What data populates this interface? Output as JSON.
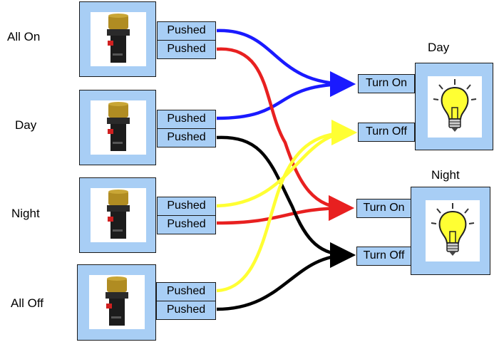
{
  "colors": {
    "panel_fill": "#a8cef5",
    "wire_blue": "#1a1aff",
    "wire_red": "#e82020",
    "wire_black": "#000000",
    "wire_yellow": "#ffff33",
    "bulb": "#ffff33"
  },
  "buttons": [
    {
      "label": "All On",
      "port_top": "Pushed",
      "port_bottom": "Pushed",
      "icon": "push-button-icon"
    },
    {
      "label": "Day",
      "port_top": "Pushed",
      "port_bottom": "Pushed",
      "icon": "push-button-icon"
    },
    {
      "label": "Night",
      "port_top": "Pushed",
      "port_bottom": "Pushed",
      "icon": "push-button-icon"
    },
    {
      "label": "All Off",
      "port_top": "Pushed",
      "port_bottom": "Pushed",
      "icon": "push-button-icon"
    }
  ],
  "lights": [
    {
      "label": "Day",
      "port_on": "Turn On",
      "port_off": "Turn Off",
      "icon": "light-bulb-icon"
    },
    {
      "label": "Night",
      "port_on": "Turn On",
      "port_off": "Turn Off",
      "icon": "light-bulb-icon"
    }
  ],
  "connections": [
    {
      "from": "All On / Pushed (top)",
      "to": "Day / Turn On",
      "color": "blue"
    },
    {
      "from": "All On / Pushed (bottom)",
      "to": "Night / Turn On",
      "color": "red"
    },
    {
      "from": "Day / Pushed (top)",
      "to": "Day / Turn On",
      "color": "blue"
    },
    {
      "from": "Day / Pushed (bottom)",
      "to": "Night / Turn Off",
      "color": "black"
    },
    {
      "from": "Night / Pushed (top)",
      "to": "Day / Turn Off",
      "color": "yellow"
    },
    {
      "from": "Night / Pushed (bottom)",
      "to": "Night / Turn On",
      "color": "red"
    },
    {
      "from": "All Off / Pushed (top)",
      "to": "Day / Turn Off",
      "color": "yellow"
    },
    {
      "from": "All Off / Pushed (bottom)",
      "to": "Night / Turn Off",
      "color": "black"
    }
  ]
}
